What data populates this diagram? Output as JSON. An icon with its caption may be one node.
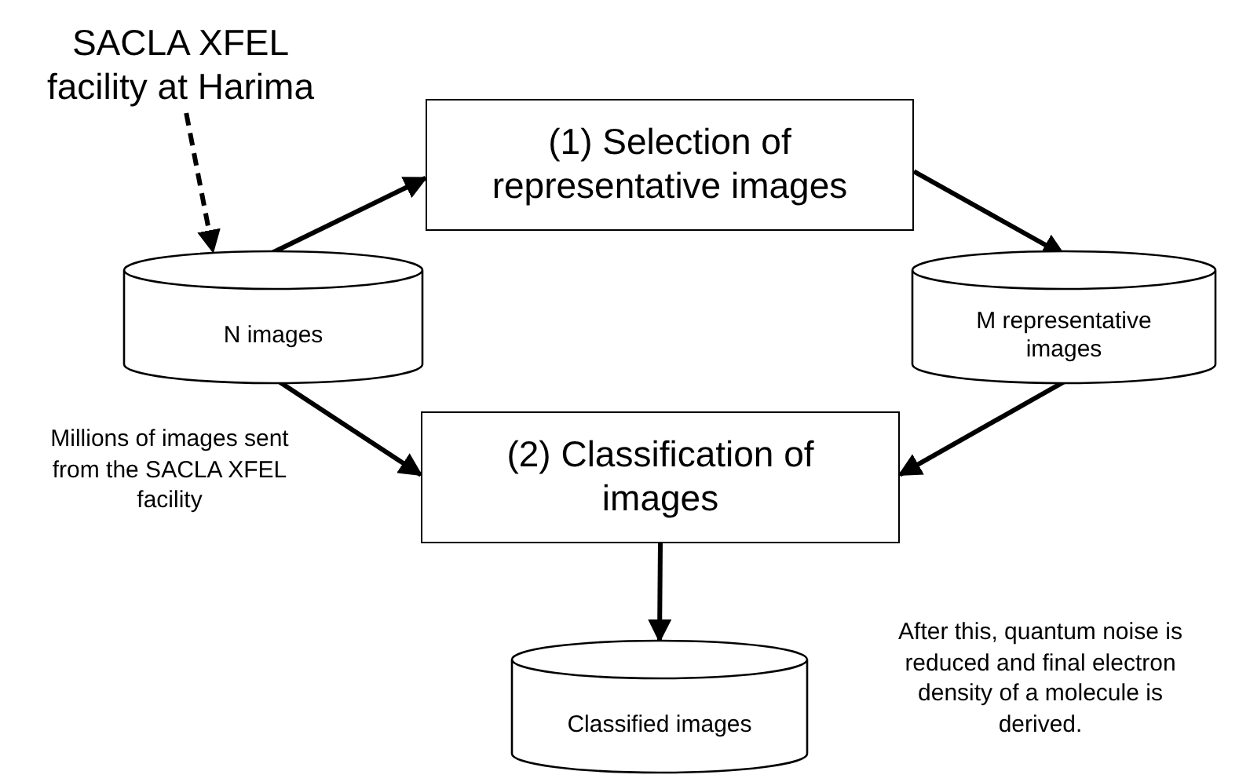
{
  "diagram": {
    "nodes": [
      {
        "text": [
          "SACLA XFEL facility at Harima"
        ]
      },
      {
        "text": [
          "N images"
        ]
      },
      {
        "text": [
          "(1) Selection of representative images"
        ]
      },
      {
        "text": [
          "M representative images"
        ]
      },
      {
        "text": [
          "(2) Classification of images"
        ]
      },
      {
        "text": [
          "Classified images"
        ]
      }
    ],
    "edges": [
      {
        "from": 0,
        "to": 1,
        "arrow": "to",
        "style": "dashed"
      },
      {
        "from": 1,
        "to": 2,
        "arrow": "to"
      },
      {
        "from": 2,
        "to": 3,
        "arrow": "to"
      },
      {
        "from": 1,
        "to": 4,
        "arrow": "to"
      },
      {
        "from": 3,
        "to": 4,
        "arrow": "to"
      },
      {
        "from": 4,
        "to": 5,
        "arrow": "to"
      }
    ],
    "labels": [
      "Millions of images sent from the SACLA XFEL facility",
      "After this, quantum noise is reduced and final electron density of a molecule is derived."
    ]
  }
}
